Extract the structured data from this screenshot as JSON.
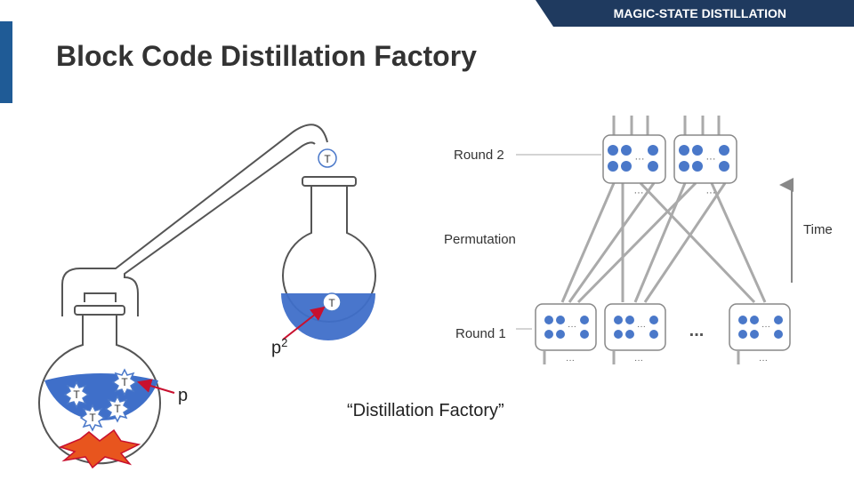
{
  "header": {
    "section_tag": "MAGIC-STATE DISTILLATION"
  },
  "slide": {
    "title": "Block Code Distillation Factory"
  },
  "labels": {
    "round2": "Round 2",
    "permutation": "Permutation",
    "round1": "Round 1",
    "time": "Time",
    "ellipsis": "...",
    "small_ellipsis": "···",
    "caption": "“Distillation Factory”",
    "p": "p",
    "p2_base": "p",
    "p2_exp": "2",
    "t_state": "T"
  },
  "colors": {
    "accent": "#1f5b96",
    "liquid": "#3f6fc9",
    "dot": "#4a78c9",
    "flame": "#e8551e",
    "arrow": "#c8102e"
  }
}
